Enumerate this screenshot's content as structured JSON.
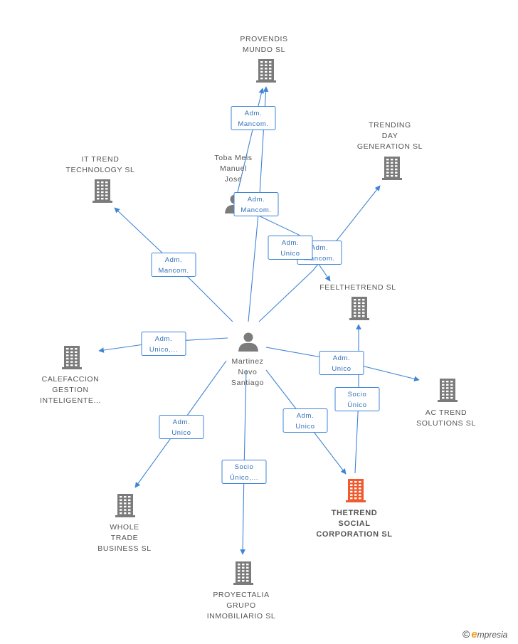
{
  "nodes": [
    {
      "id": "provendis",
      "type": "company",
      "lines": [
        "PROVENDIS",
        "MUNDO SL"
      ]
    },
    {
      "id": "trending",
      "type": "company",
      "lines": [
        "TRENDING",
        "DAY",
        "GENERATION SL"
      ]
    },
    {
      "id": "ittrend",
      "type": "company",
      "lines": [
        "IT TREND",
        "TECHNOLOGY SL"
      ]
    },
    {
      "id": "toba",
      "type": "person",
      "lines": [
        "Toba Meis",
        "Manuel",
        "Jose"
      ]
    },
    {
      "id": "feelthetrend",
      "type": "company",
      "lines": [
        "FEELTHETREND SL"
      ]
    },
    {
      "id": "martinez",
      "type": "person",
      "lines": [
        "Martinez",
        "Novo",
        "Santiago"
      ]
    },
    {
      "id": "calefaccion",
      "type": "company",
      "lines": [
        "CALEFACCION",
        "GESTION",
        "INTELIGENTE..."
      ]
    },
    {
      "id": "actrend",
      "type": "company",
      "lines": [
        "AC TREND",
        "SOLUTIONS SL"
      ]
    },
    {
      "id": "thetrend",
      "type": "company-main",
      "lines": [
        "THETREND",
        "SOCIAL",
        "CORPORATION SL"
      ]
    },
    {
      "id": "whole",
      "type": "company",
      "lines": [
        "WHOLE",
        "TRADE",
        "BUSINESS  SL"
      ]
    },
    {
      "id": "proyectalia",
      "type": "company",
      "lines": [
        "PROYECTALIA",
        "GRUPO",
        "INMOBILIARIO SL"
      ]
    }
  ],
  "edges": [
    {
      "id": "toba-provendis",
      "lines": [
        "Adm.",
        "Mancom."
      ]
    },
    {
      "id": "martinez-provendis",
      "lines": [
        "Adm.",
        "Mancom."
      ]
    },
    {
      "id": "martinez-trending",
      "lines": [
        "Adm.",
        "Mancom."
      ]
    },
    {
      "id": "toba-feelthetrend",
      "lines": [
        "Adm.",
        "Unico"
      ]
    },
    {
      "id": "martinez-ittrend",
      "lines": [
        "Adm.",
        "Mancom."
      ]
    },
    {
      "id": "martinez-calefaccion",
      "lines": [
        "Adm.",
        "Unico,..."
      ]
    },
    {
      "id": "martinez-actrend",
      "lines": [
        "Adm.",
        "Unico"
      ]
    },
    {
      "id": "thetrend-feelthetrend",
      "lines": [
        "Socio",
        "Único"
      ]
    },
    {
      "id": "martinez-whole",
      "lines": [
        "Adm.",
        "Unico"
      ]
    },
    {
      "id": "martinez-thetrend",
      "lines": [
        "Adm.",
        "Unico"
      ]
    },
    {
      "id": "martinez-proyectalia",
      "lines": [
        "Socio",
        "Único,..."
      ]
    }
  ],
  "brand": {
    "copyright": "©",
    "initial": "e",
    "rest": "mpresia"
  },
  "colors": {
    "edge": "#3f84d6",
    "building": "#7b7b7b",
    "highlight": "#ef5b2e",
    "edge_text": "#2f6fb9"
  }
}
